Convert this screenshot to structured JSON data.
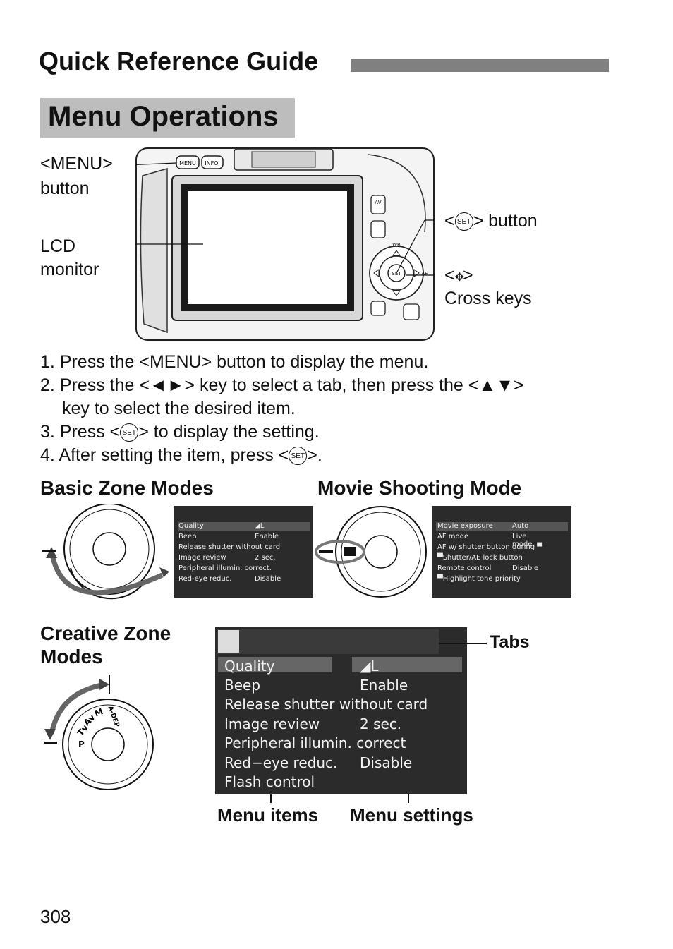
{
  "header": {
    "title": "Quick Reference Guide"
  },
  "section_title": "Menu Operations",
  "camera_labels": {
    "menu_button_line1": "<MENU>",
    "menu_button_line2": "button",
    "lcd_line1": "LCD",
    "lcd_line2": "monitor",
    "set_button_pre": "<",
    "set_button_glyph": "SET",
    "set_button_post": "> button",
    "cross_keys_pre": "<",
    "cross_keys_post": ">",
    "cross_keys_line2": "Cross keys",
    "camera_buttons": {
      "menu": "MENU",
      "info": "INFO.",
      "av": "AV",
      "wb": "WB",
      "ae": "AE",
      "set": "SET"
    }
  },
  "steps": [
    {
      "pre": "1. Press the <MENU> button to display the menu."
    },
    {
      "pre": "2. Press the <",
      "glyph": "◄►",
      "post": "> key to select a tab, then press the <",
      "glyph2": "▲▼",
      "post2": ">",
      "line2": "key to select the desired item."
    },
    {
      "pre": "3. Press <",
      "glyph": "SET",
      "post": "> to display the setting."
    },
    {
      "pre": "4. After setting the item, press <",
      "glyph": "SET",
      "post": ">."
    }
  ],
  "basic_zone": {
    "title": "Basic Zone Modes",
    "menu_rows": [
      {
        "item": "Quality",
        "value": "◢L"
      },
      {
        "item": "Beep",
        "value": "Enable"
      },
      {
        "item": "Release shutter without card",
        "value": ""
      },
      {
        "item": "Image review",
        "value": "2 sec."
      },
      {
        "item": "Peripheral illumin. correct.",
        "value": ""
      },
      {
        "item": "Red-eye reduc.",
        "value": "Disable"
      }
    ]
  },
  "movie_mode": {
    "title": "Movie Shooting Mode",
    "menu_rows": [
      {
        "item": "Movie exposure",
        "value": "Auto"
      },
      {
        "item": "AF mode",
        "value": "Live mode"
      },
      {
        "item": "AF w/ shutter button during ▀",
        "value": ""
      },
      {
        "item": "▀Shutter/AE lock button",
        "value": ""
      },
      {
        "item": "Remote control",
        "value": "Disable"
      },
      {
        "item": "▀Highlight tone priority",
        "value": ""
      }
    ]
  },
  "creative_zone": {
    "title_line1": "Creative Zone",
    "title_line2": "Modes",
    "dial_labels": {
      "p": "P",
      "tv": "Tv",
      "av": "Av",
      "m": "M",
      "adep": "A-DEP"
    },
    "menu_rows": [
      {
        "item": "Quality",
        "value": "◢L"
      },
      {
        "item": "Beep",
        "value": "Enable"
      },
      {
        "item": "Release shutter without card",
        "value": ""
      },
      {
        "item": "Image review",
        "value": "2 sec."
      },
      {
        "item": "Peripheral illumin. correct",
        "value": ""
      },
      {
        "item": "Red−eye reduc.",
        "value": "Disable"
      },
      {
        "item": "Flash control",
        "value": ""
      }
    ],
    "tabs_label": "Tabs",
    "menu_items_label": "Menu items",
    "menu_settings_label": "Menu settings"
  },
  "page_number": "308",
  "colors": {
    "rule": "#808080",
    "title_box": "#bdbdbd",
    "screen": "#2b2b2b"
  }
}
